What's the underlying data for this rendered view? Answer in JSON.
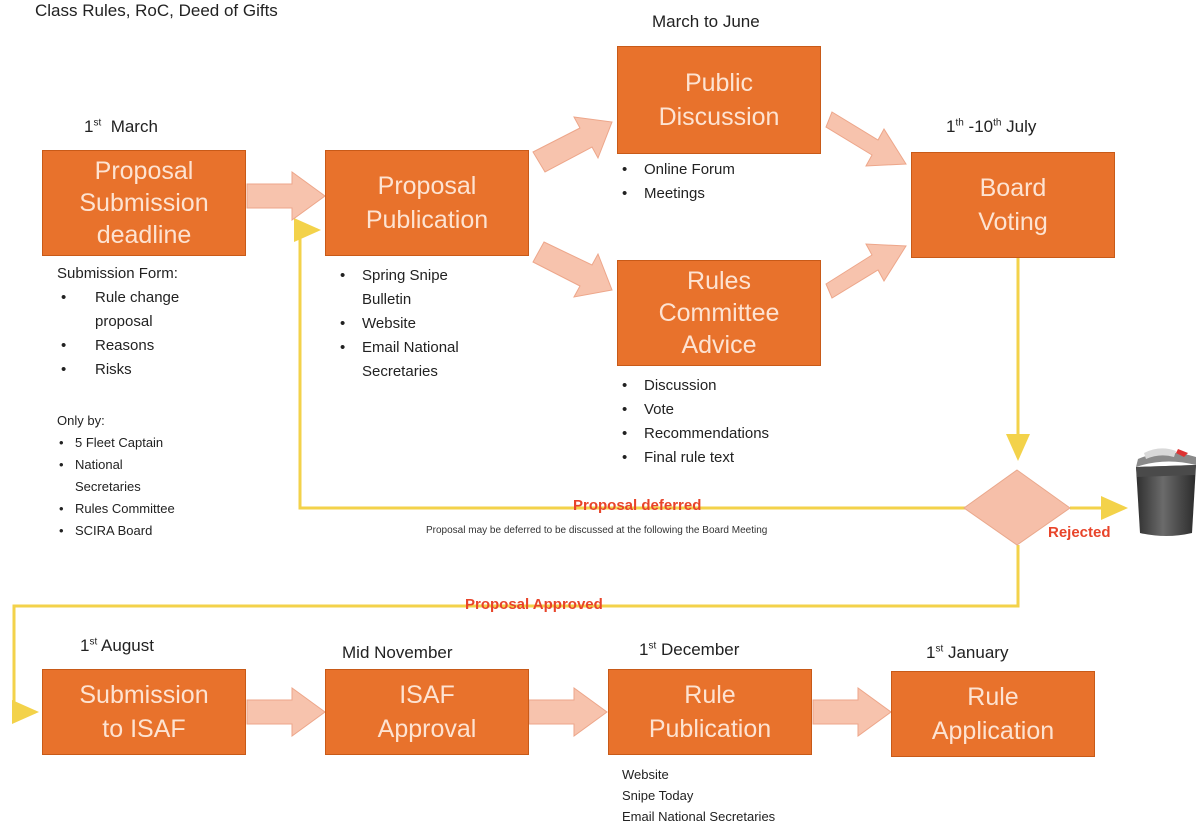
{
  "header_text": "Class Rules, RoC, Deed of Gifts",
  "dates": {
    "march_1": {
      "pre": "1",
      "sup": "st",
      "post": "  March"
    },
    "march_june": "March to June",
    "july": {
      "pre": "1",
      "sup": "th",
      "mid": " -10",
      "sup2": "th",
      "post": " July"
    },
    "august_1": {
      "pre": "1",
      "sup": "st",
      "post": " August"
    },
    "mid_november": "Mid November",
    "december_1": {
      "pre": "1",
      "sup": "st",
      "post": " December"
    },
    "january_1": {
      "pre": "1",
      "sup": "st",
      "post": " January"
    }
  },
  "boxes": {
    "submission_deadline": "Proposal\nSubmission\ndeadline",
    "publication": "Proposal\nPublication",
    "public_discussion": "Public\nDiscussion",
    "rules_committee": "Rules\nCommittee\nAdvice",
    "board_voting": "Board\nVoting",
    "submission_isaf": "Submission\nto ISAF",
    "isaf_approval": "ISAF\nApproval",
    "rule_publication": "Rule\nPublication",
    "rule_application": "Rule\nApplication"
  },
  "notes": {
    "submission_form_title": "Submission Form:",
    "submission_form_items": [
      "Rule change proposal",
      "Reasons",
      "Risks"
    ],
    "only_by_title": "Only by:",
    "only_by_items": [
      "5 Fleet Captain",
      "National Secretaries",
      "Rules Committee",
      "SCIRA Board"
    ],
    "publication_items": [
      "Spring Snipe Bulletin",
      "Website",
      "Email National Secretaries"
    ],
    "public_discussion_items": [
      "Online Forum",
      "Meetings"
    ],
    "rules_committee_items": [
      "Discussion",
      "Vote",
      "Recommendations",
      "Final rule text"
    ],
    "rule_publication_lines": [
      "Website",
      "Snipe Today",
      "Email National Secretaries"
    ]
  },
  "labels": {
    "deferred": "Proposal deferred",
    "deferred_note": "Proposal may be deferred to be discussed at the following the Board Meeting",
    "rejected": "Rejected",
    "approved": "Proposal Approved"
  },
  "colors": {
    "box": "#e8722c",
    "arrow": "#f7c3ad",
    "connector": "#f3d24a",
    "label_red": "#e8442a",
    "diamond": "#f6bfa9"
  },
  "icons": {
    "trash_bin": "trash-bin-icon"
  }
}
